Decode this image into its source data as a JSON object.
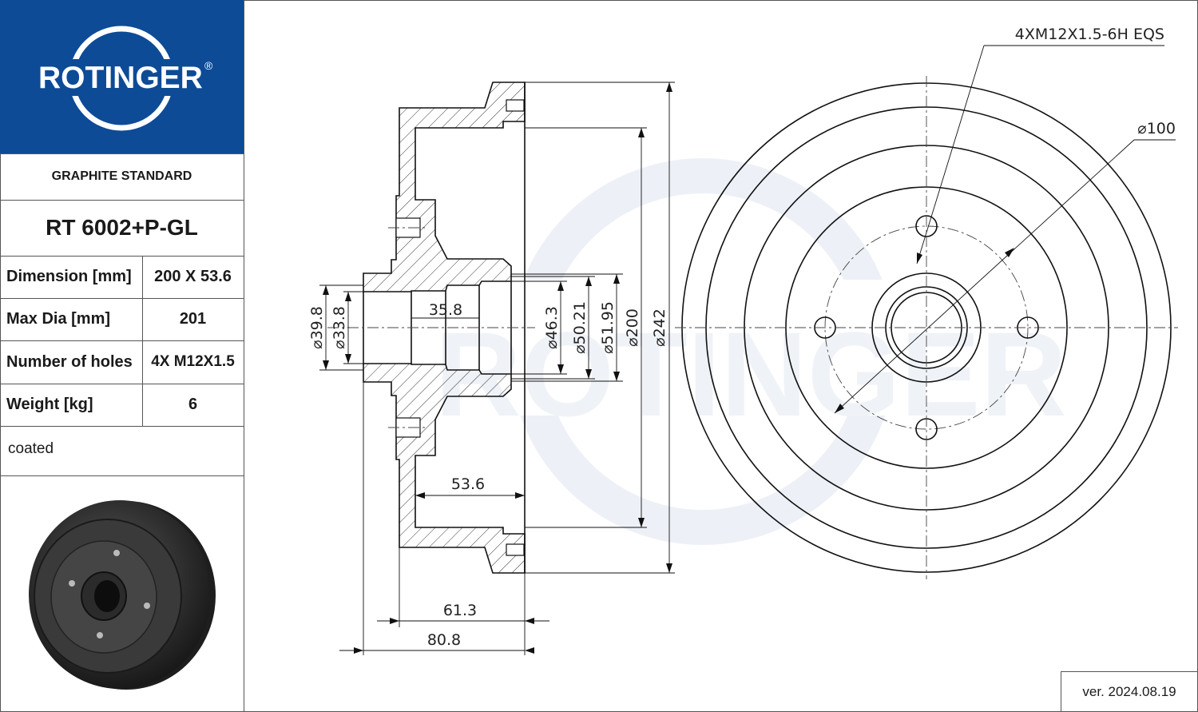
{
  "brand": {
    "name": "ROTINGER",
    "registered_mark": "®",
    "colors": {
      "primary": "#0d4b97",
      "watermark": "#e8ecf5"
    }
  },
  "product": {
    "series": "GRAPHITE STANDARD",
    "part_number": "RT 6002+P-GL"
  },
  "specs": [
    {
      "label": "Dimension [mm]",
      "value": "200 X 53.6"
    },
    {
      "label": "Max Dia [mm]",
      "value": "201"
    },
    {
      "label": "Number of holes",
      "value": "4X M12X1.5"
    },
    {
      "label": "Weight [kg]",
      "value": "6"
    }
  ],
  "note": "coated",
  "version": "ver. 2024.08.19",
  "drawing": {
    "dimensions": {
      "thread": "4XM12X1.5-6H EQS",
      "pcd": "⌀100",
      "d_39_8": "⌀39.8",
      "d_33_8": "⌀33.8",
      "len_35_8": "35.8",
      "d_46_3": "⌀46.3",
      "d_50_21": "⌀50.21",
      "d_51_95": "⌀51.95",
      "d_200": "⌀200",
      "d_242": "⌀242",
      "len_53_6": "53.6",
      "len_61_3": "61.3",
      "len_80_8": "80.8"
    }
  }
}
